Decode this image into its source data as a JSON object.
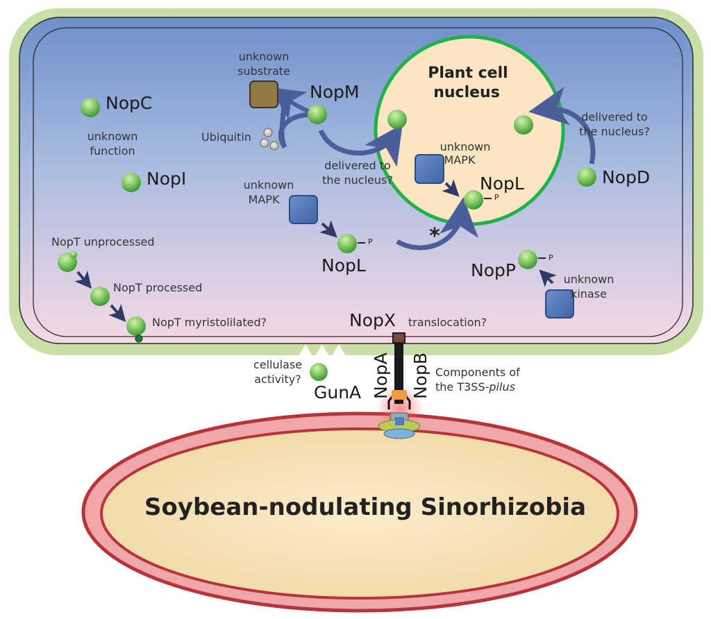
{
  "diagram": {
    "nucleus_title": [
      "Plant cell",
      "nucleus"
    ],
    "bacterium_title": "Soybean-nodulating Sinorhizobia",
    "proteins": {
      "nopc": "NopC",
      "nopi": "NopI",
      "nopm": "NopM",
      "nopl_cytoplasm": "NopL",
      "nopl_nucleus": "NopL",
      "nopd": "NopD",
      "nopp": "NopP",
      "nopx": "NopX",
      "nopa": "NopA",
      "nopb": "NopB",
      "guna": "GunA"
    },
    "labels": {
      "unknown_substrate": [
        "unknown",
        "substrate"
      ],
      "ubiquitin": "Ubiquitin",
      "unknown_function": [
        "unknown",
        "function"
      ],
      "unknown_mapk_cytoplasm": [
        "unknown",
        "MAPK"
      ],
      "unknown_mapk_nucleus": [
        "unknown",
        "MAPK"
      ],
      "delivered_nopm": [
        "delivered to",
        "the nucleus?"
      ],
      "delivered_nopd": [
        "delivered to",
        "the nucleus?"
      ],
      "unknown_kinase": [
        "unknown",
        "kinase"
      ],
      "nopt_unprocessed": "NopT unprocessed",
      "nopt_processed": "NopT processed",
      "nopt_myristoylated": "NopT myristolilated?",
      "translocation": "translocation?",
      "cellulase": [
        "cellulase",
        "activity?"
      ],
      "pilus_line1": "Components of",
      "pilus_line2_prefix": "the T3SS-",
      "pilus_line2_italic": "pilus",
      "phospho": "P",
      "asterisk": "*"
    },
    "colors": {
      "cell_wall": "#c9dfa8",
      "cytoplasm_top": "#6f8fca",
      "cytoplasm_bottom": "#f4d8e4",
      "nucleus_fill": "#fbe5c2",
      "nucleus_border": "#1fb24a",
      "protein_light": "#bfe6a0",
      "protein_dark": "#2f9a36",
      "kinase": "#4f76b8",
      "arrow": "#4a5f9a",
      "bacterium_outer": "#bc3a3e",
      "bacterium_fill": "#f8e6bf"
    }
  }
}
